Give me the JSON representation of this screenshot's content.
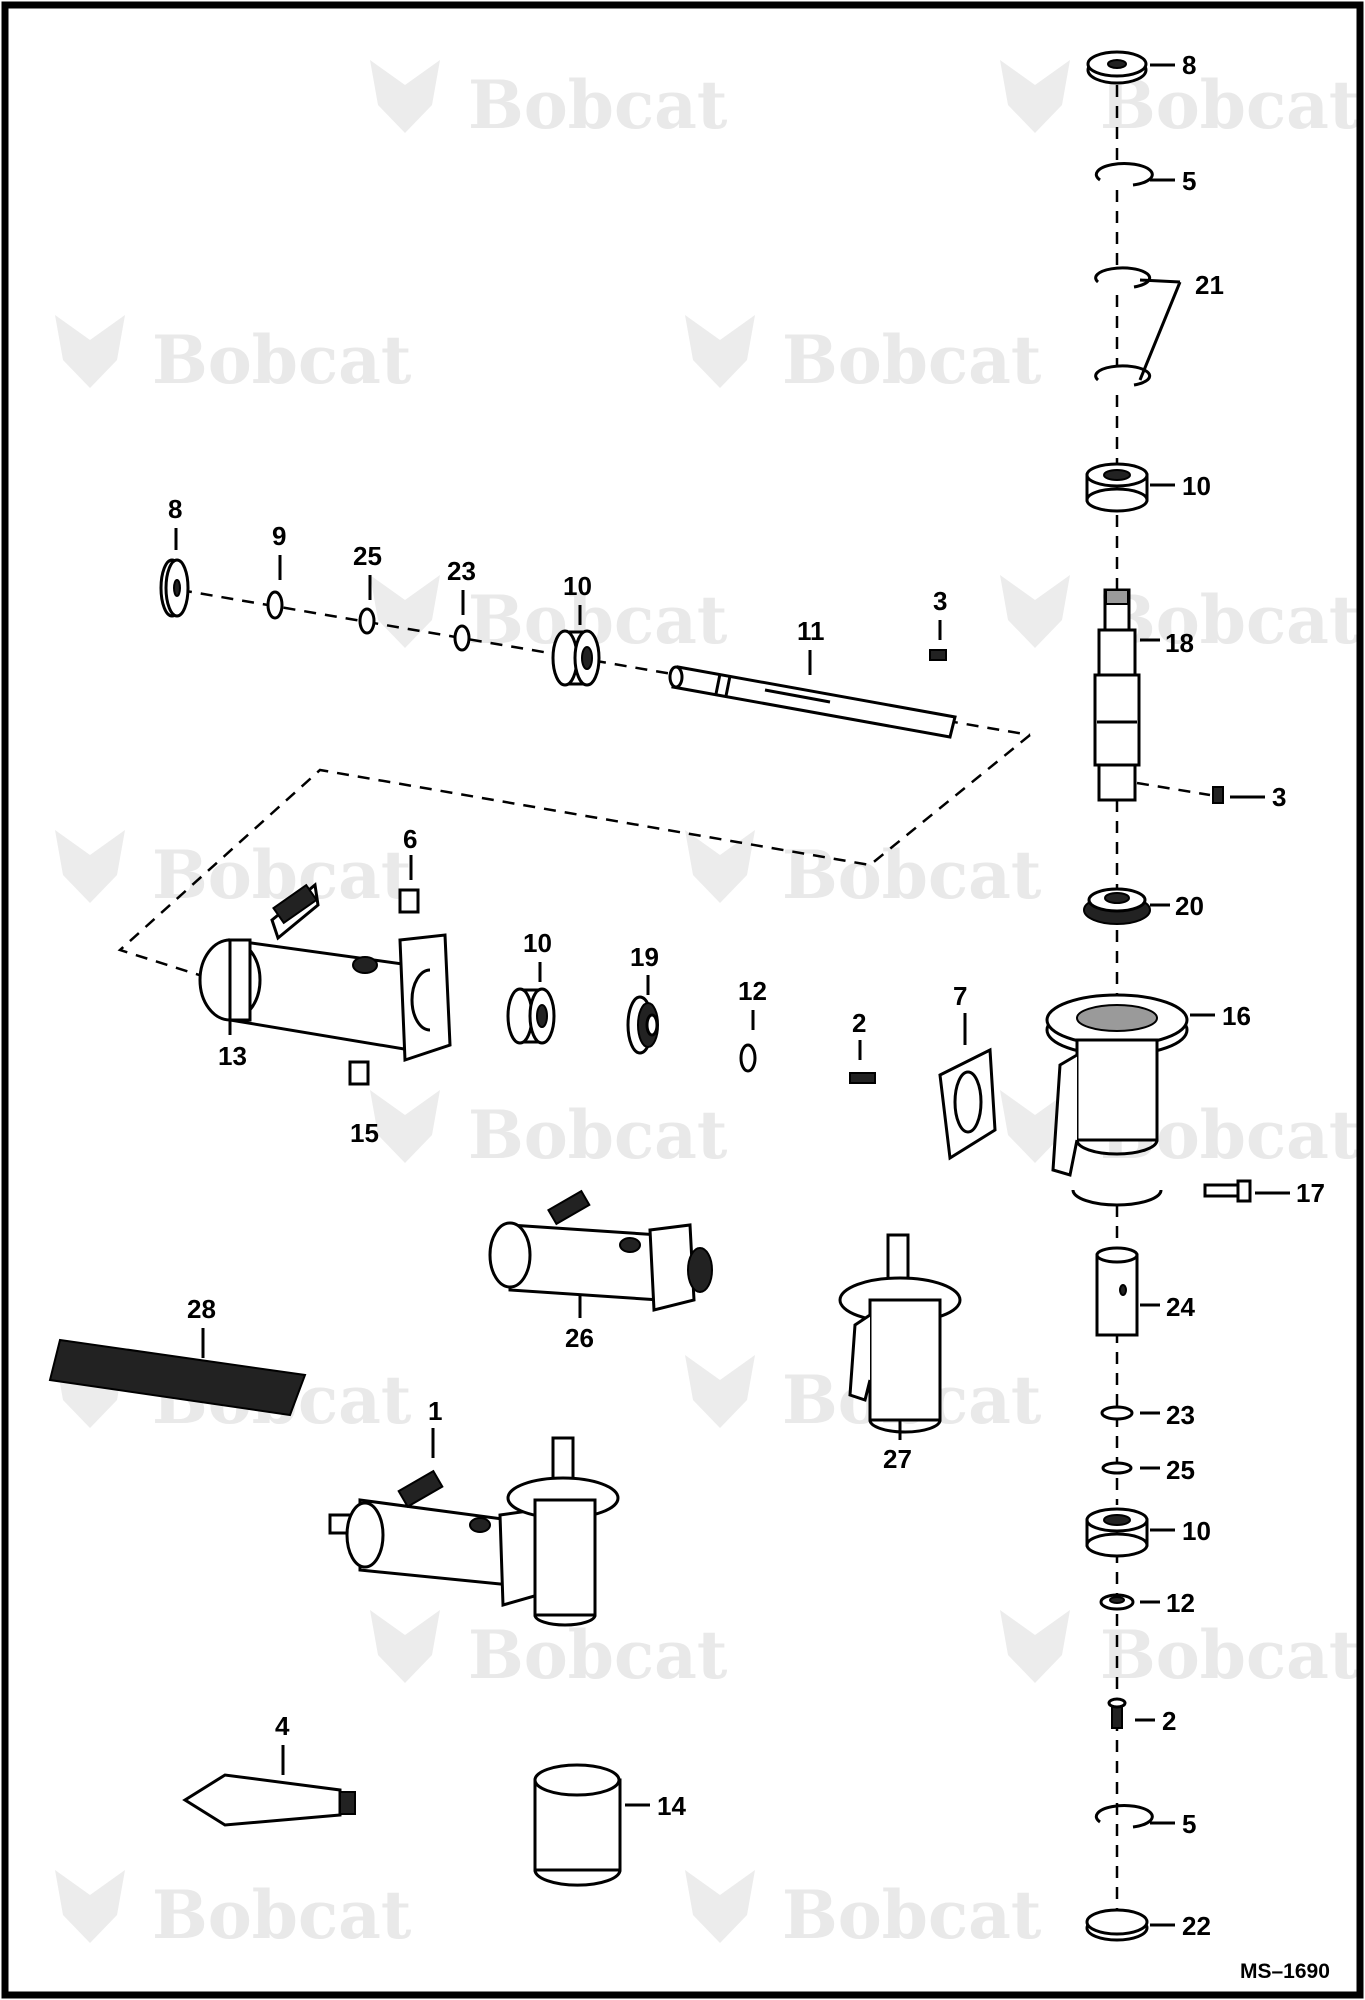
{
  "watermark": {
    "brand": "Bobcat"
  },
  "reference": "MS–1690",
  "callouts": {
    "c8a": "8",
    "c5a": "5",
    "c21": "21",
    "c10a": "10",
    "c18": "18",
    "c3a": "3",
    "c20": "20",
    "c16": "16",
    "c17": "17",
    "c24": "24",
    "c23a": "23",
    "c25a": "25",
    "c10b": "10",
    "c12a": "12",
    "c2a": "2",
    "c5b": "5",
    "c22": "22",
    "c8b": "8",
    "c9": "9",
    "c25b": "25",
    "c23b": "23",
    "c10c": "10",
    "c11": "11",
    "c3b": "3",
    "c6": "6",
    "c10d": "10",
    "c19": "19",
    "c12b": "12",
    "c2b": "2",
    "c7": "7",
    "c13": "13",
    "c15": "15",
    "c26": "26",
    "c27": "27",
    "c28": "28",
    "c1": "1",
    "c4": "4",
    "c14": "14"
  }
}
